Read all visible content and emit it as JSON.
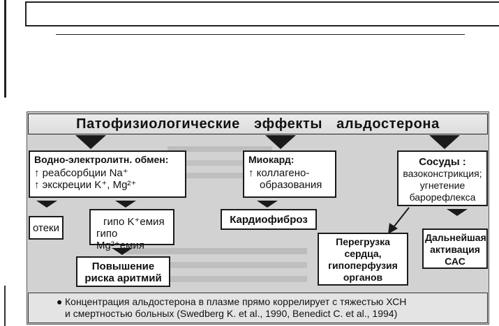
{
  "diagram": {
    "title": "Патофизиологические эффекты альдостерона",
    "water_box": {
      "title": "Водно-электролитн. обмен:",
      "line1": "↑ реабсорбции Na⁺",
      "line2": "↑ экскреции K⁺, Mg²⁺"
    },
    "myocard_box": {
      "title": "Миокард:",
      "line1": "↑ коллагено-",
      "line2": "образования"
    },
    "vessels_box": {
      "title": "Сосуды :",
      "line1": "вазоконстрикция;",
      "line2": "угнетение",
      "line3": "барорефлекса"
    },
    "edema_box": {
      "label": "отеки"
    },
    "hypo_box": {
      "line1": "гипо K⁺емия",
      "line2": "гипо Mg²⁺емия"
    },
    "cardiofibrosis_box": {
      "label": "Кардиофиброз"
    },
    "arrhythmia_box": {
      "line1": "Повышение",
      "line2": "риска  аритмий"
    },
    "overload_box": {
      "line1": "Перегрузка",
      "line2": "сердца,",
      "line3": "гипоперфузия",
      "line4": "органов"
    },
    "sas_box": {
      "line1": "Дальнейшая",
      "line2": "активация",
      "line3": "САС"
    },
    "footnote": {
      "line1": "Концентрация альдостерона в плазме прямо коррелирует с тяжестью ХСН",
      "line2": "и смертностью больных (Swedberg K. et al., 1990, Benedict C. et al., 1994)"
    }
  },
  "colors": {
    "panel_bg": "#d2d2d2",
    "box_bg": "#ffffff",
    "border": "#1a1a1a",
    "ghost_text": "#a4a4a4"
  }
}
